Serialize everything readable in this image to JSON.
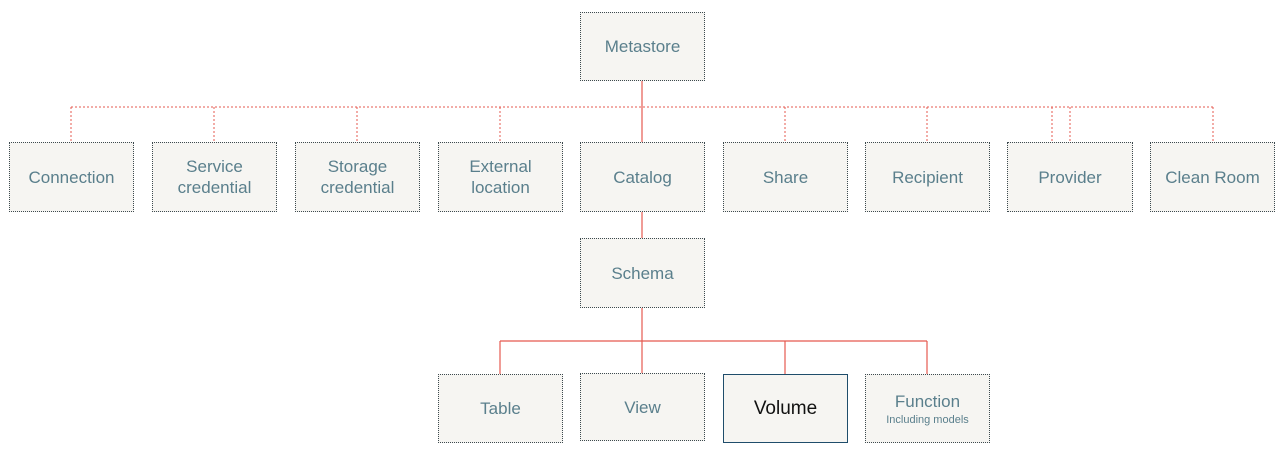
{
  "colors": {
    "connector": "#e5594f",
    "node_fill": "#f6f5f2",
    "node_text": "#5a7f8c",
    "selected_border": "#1f4d6b"
  },
  "root": {
    "label": "Metastore"
  },
  "top_level": [
    {
      "label": "Connection"
    },
    {
      "label_line1": "Service",
      "label_line2": "credential"
    },
    {
      "label_line1": "Storage",
      "label_line2": "credential"
    },
    {
      "label_line1": "External",
      "label_line2": "location"
    },
    {
      "label": "Catalog"
    },
    {
      "label": "Share"
    },
    {
      "label": "Recipient"
    },
    {
      "label": "Provider"
    },
    {
      "label": "Clean Room"
    }
  ],
  "schema": {
    "label": "Schema"
  },
  "schema_children": [
    {
      "label": "Table"
    },
    {
      "label": "View"
    },
    {
      "label": "Volume",
      "selected": true
    },
    {
      "label": "Function",
      "sublabel": "Including models"
    }
  ]
}
